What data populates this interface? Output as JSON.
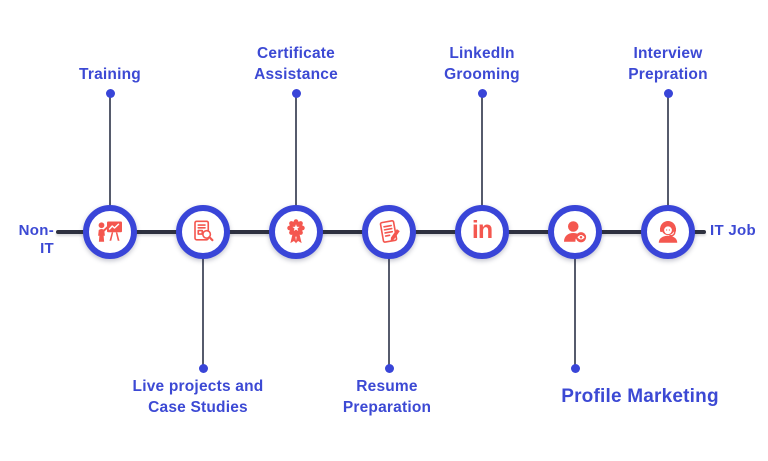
{
  "diagram": {
    "left_label": "Non-IT",
    "right_label": "IT Job",
    "colors": {
      "accent_blue": "#3945D8",
      "accent_red": "#F4574F",
      "timeline_dark": "#2E3140",
      "connector_gray": "#565B6C",
      "background": "#FFFFFF"
    },
    "steps": [
      {
        "label": "Training",
        "side": "up",
        "icon": "presentation-training-icon"
      },
      {
        "label": "Live projects and\nCase Studies",
        "side": "down",
        "icon": "document-search-icon"
      },
      {
        "label": "Certificate\nAssistance",
        "side": "up",
        "icon": "award-ribbon-icon"
      },
      {
        "label": "Resume\nPreparation",
        "side": "down",
        "icon": "resume-pencil-icon"
      },
      {
        "label": "LinkedIn\nGrooming",
        "side": "up",
        "icon": "linkedin-icon",
        "icon_text": "in"
      },
      {
        "label": "Profile Marketing",
        "side": "down",
        "icon": "profile-view-icon"
      },
      {
        "label": "Interview\nPrepration",
        "side": "up",
        "icon": "interview-headset-icon"
      }
    ]
  }
}
